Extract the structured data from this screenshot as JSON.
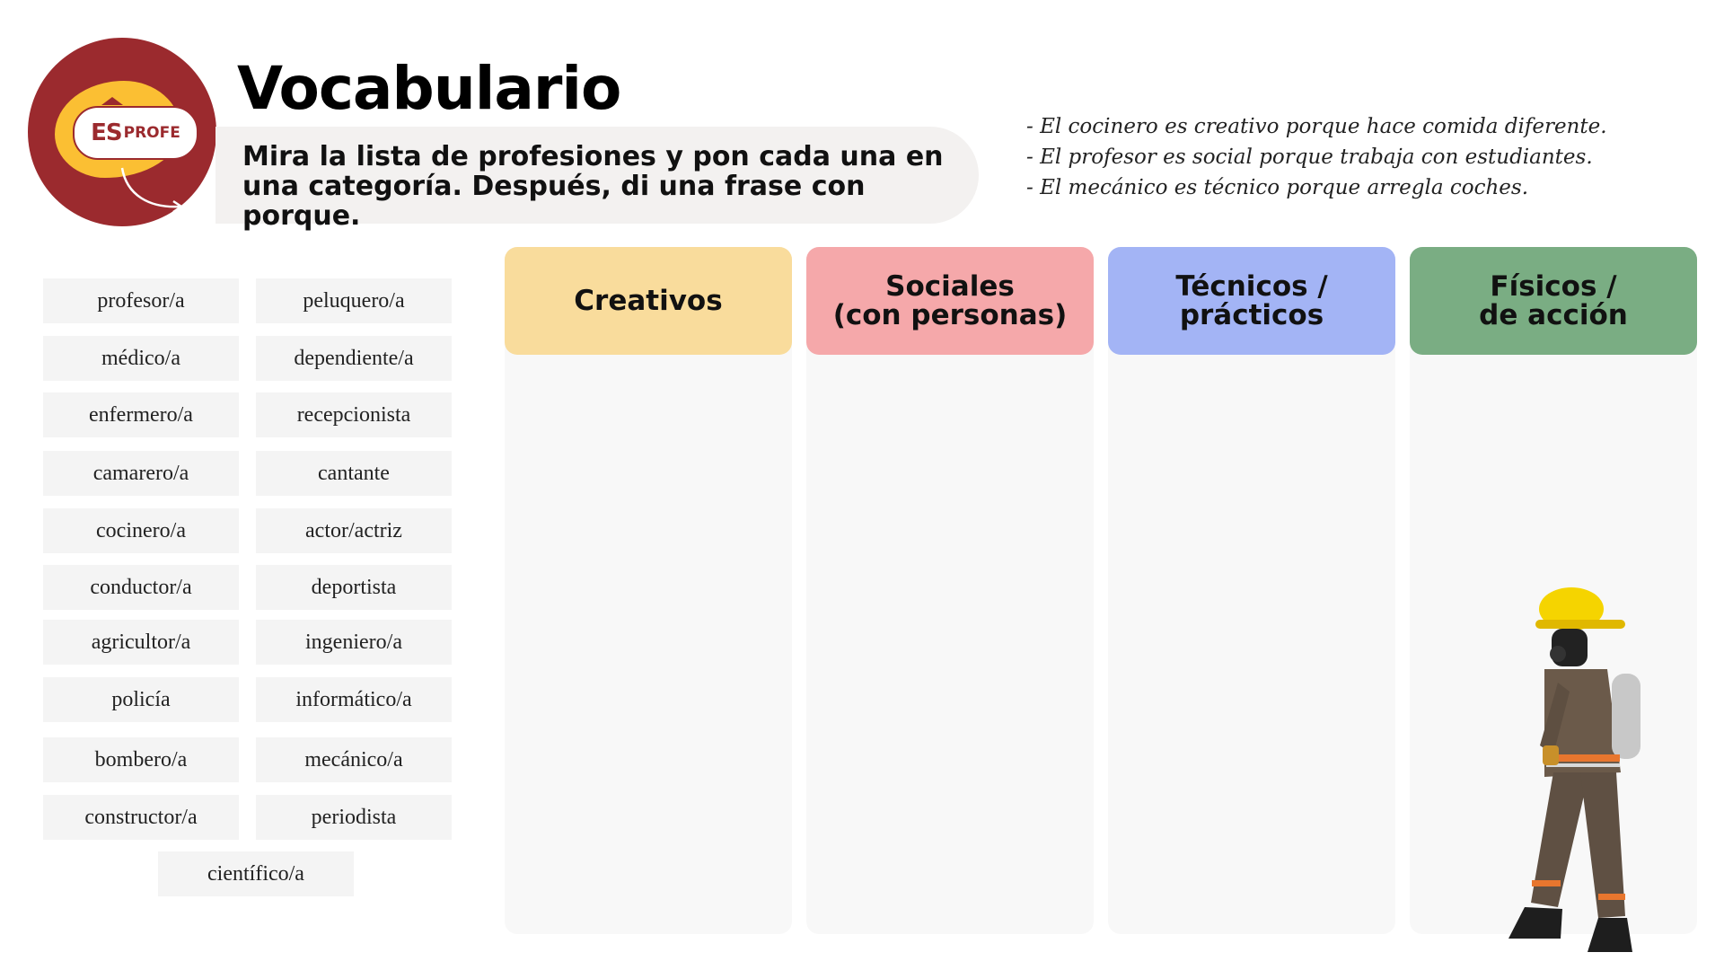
{
  "logo": {
    "es": "ES",
    "profe": "PROFE"
  },
  "title": "Vocabulario",
  "instructions": "Mira la lista de profesiones y pon cada una en una categoría. Después, di una frase con porque.",
  "examples": [
    "- El cocinero es creativo porque hace comida diferente.",
    "- El profesor es social porque trabaja con estudiantes.",
    "- El mecánico es técnico porque arregla coches."
  ],
  "words": {
    "left": [
      "profesor/a",
      "médico/a",
      "enfermero/a",
      "camarero/a",
      "cocinero/a",
      "conductor/a",
      "agricultor/a",
      "policía",
      "bombero/a",
      "constructor/a"
    ],
    "right": [
      "peluquero/a",
      "dependiente/a",
      "recepcionista",
      "cantante",
      "actor/actriz",
      "deportista",
      "ingeniero/a",
      "informático/a",
      "mecánico/a",
      "periodista"
    ],
    "last": "científico/a"
  },
  "categories": [
    {
      "label": "Creativos",
      "color": "#f9dc9c"
    },
    {
      "label": "Sociales\n(con personas)",
      "color": "#f5a8aa"
    },
    {
      "label": "Técnicos /\nprácticos",
      "color": "#a3b4f5"
    },
    {
      "label": "Físicos /\nde acción",
      "color": "#7aad83"
    }
  ]
}
